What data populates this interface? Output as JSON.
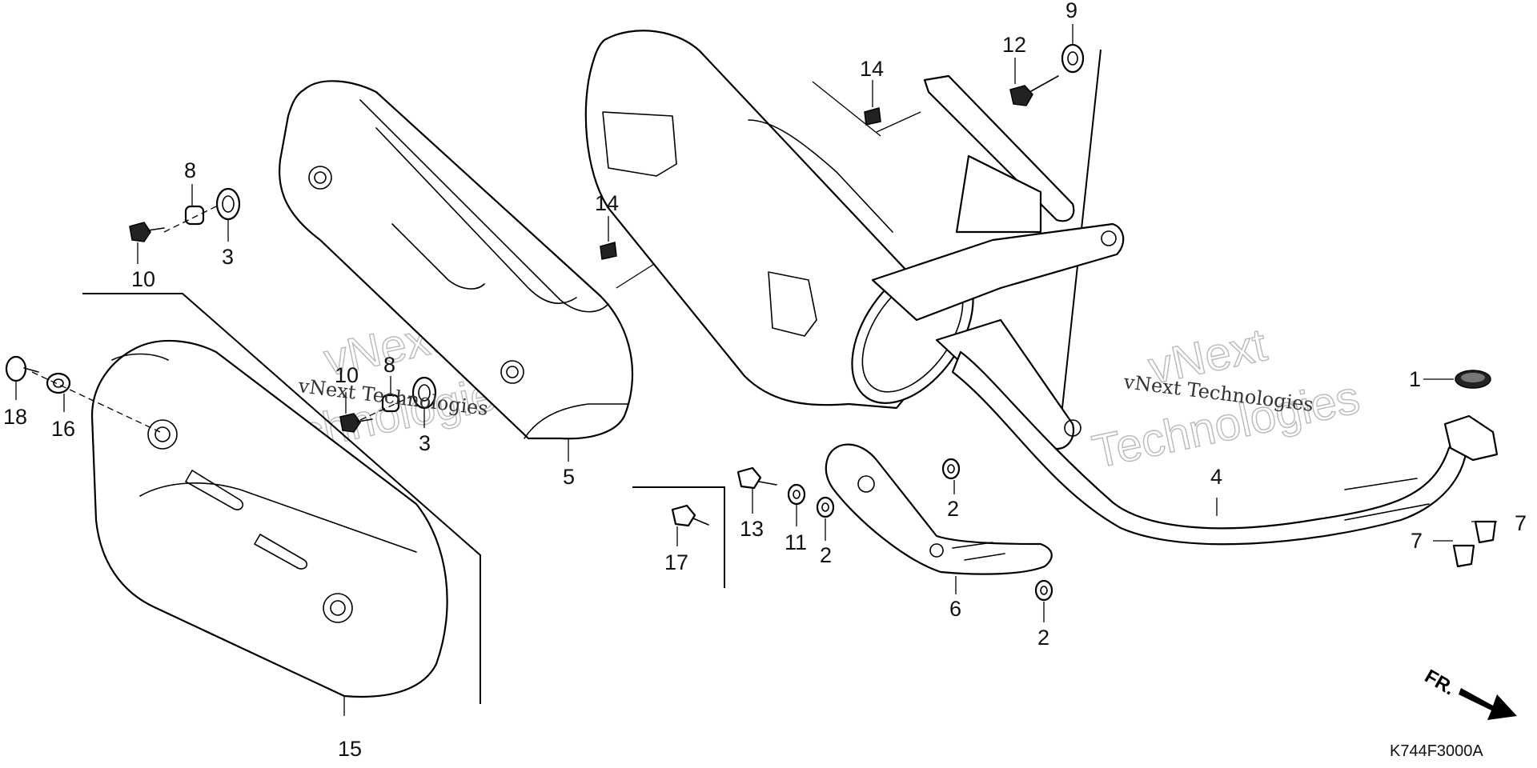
{
  "diagram_code": "K744F3000A",
  "direction_marker": "FR.",
  "watermark": {
    "name": "vNext Technologies",
    "outline_top": "vNext",
    "outline_bottom": "Technologies"
  },
  "callouts": {
    "c1": "1",
    "c2a": "2",
    "c2b": "2",
    "c2c": "2",
    "c3a": "3",
    "c3b": "3",
    "c4": "4",
    "c5": "5",
    "c6": "6",
    "c7a": "7",
    "c7b": "7",
    "c8a": "8",
    "c8b": "8",
    "c9": "9",
    "c10a": "10",
    "c10b": "10",
    "c11": "11",
    "c12": "12",
    "c13": "13",
    "c14a": "14",
    "c14b": "14",
    "c15": "15",
    "c16": "16",
    "c17": "17",
    "c18": "18"
  }
}
